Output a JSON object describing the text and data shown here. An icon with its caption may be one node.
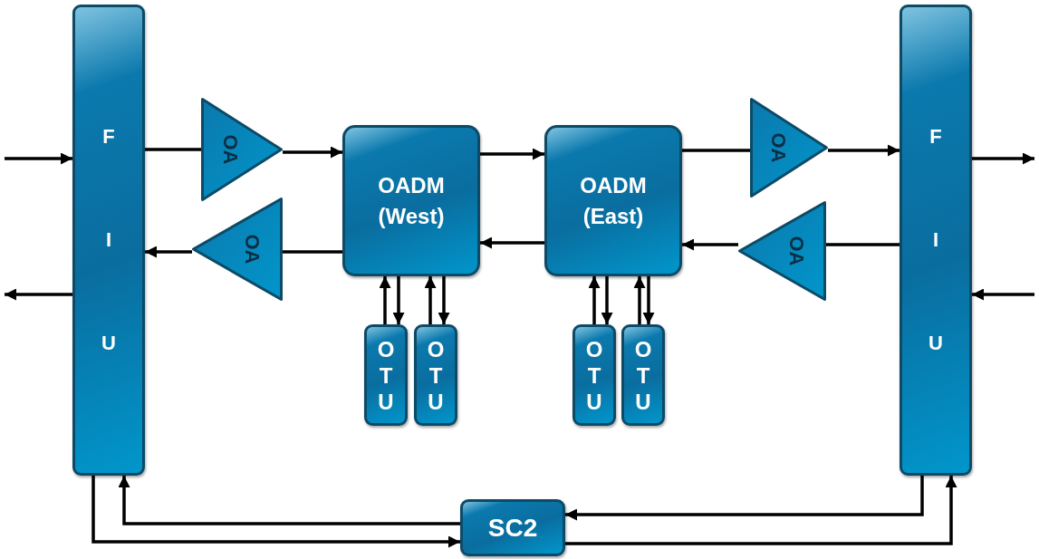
{
  "diagram": {
    "nodes": [
      {
        "text": [
          "F I U"
        ]
      },
      {
        "text": [
          "F I U"
        ]
      },
      {
        "text": [
          "OA"
        ]
      },
      {
        "text": [
          "OA"
        ]
      },
      {
        "text": [
          "OADM (West)"
        ]
      },
      {
        "text": [
          "OADM (East)"
        ]
      },
      {
        "text": [
          "OA"
        ]
      },
      {
        "text": [
          "OA"
        ]
      },
      {
        "text": [
          "O T U"
        ]
      },
      {
        "text": [
          "O T U"
        ]
      },
      {
        "text": [
          "O T U"
        ]
      },
      {
        "text": [
          "O T U"
        ]
      },
      {
        "text": [
          "SC2"
        ]
      }
    ],
    "edges": [
      {
        "from": null,
        "to": 0,
        "arrow": "to"
      },
      {
        "from": 0,
        "to": null,
        "arrow": "to"
      },
      {
        "from": 0,
        "to": 2,
        "arrow": "none"
      },
      {
        "from": 2,
        "to": 4,
        "arrow": "to"
      },
      {
        "from": 4,
        "to": 5,
        "arrow": "to"
      },
      {
        "from": 5,
        "to": 4,
        "arrow": "to"
      },
      {
        "from": 4,
        "to": 3,
        "arrow": "none"
      },
      {
        "from": 3,
        "to": 0,
        "arrow": "to"
      },
      {
        "from": 5,
        "to": 6,
        "arrow": "none"
      },
      {
        "from": 6,
        "to": 1,
        "arrow": "to"
      },
      {
        "from": 1,
        "to": 7,
        "arrow": "none"
      },
      {
        "from": 7,
        "to": 5,
        "arrow": "to"
      },
      {
        "from": 1,
        "to": null,
        "arrow": "to"
      },
      {
        "from": null,
        "to": 1,
        "arrow": "to"
      },
      {
        "from": 8,
        "to": 4,
        "arrow": "to"
      },
      {
        "from": 4,
        "to": 8,
        "arrow": "to"
      },
      {
        "from": 9,
        "to": 4,
        "arrow": "to"
      },
      {
        "from": 4,
        "to": 9,
        "arrow": "to"
      },
      {
        "from": 10,
        "to": 5,
        "arrow": "to"
      },
      {
        "from": 5,
        "to": 10,
        "arrow": "to"
      },
      {
        "from": 11,
        "to": 5,
        "arrow": "to"
      },
      {
        "from": 5,
        "to": 11,
        "arrow": "to"
      },
      {
        "from": 0,
        "to": 12,
        "arrow": "to"
      },
      {
        "from": 12,
        "to": 0,
        "arrow": "to"
      },
      {
        "from": 1,
        "to": 12,
        "arrow": "to"
      },
      {
        "from": 12,
        "to": 1,
        "arrow": "to"
      }
    ]
  }
}
